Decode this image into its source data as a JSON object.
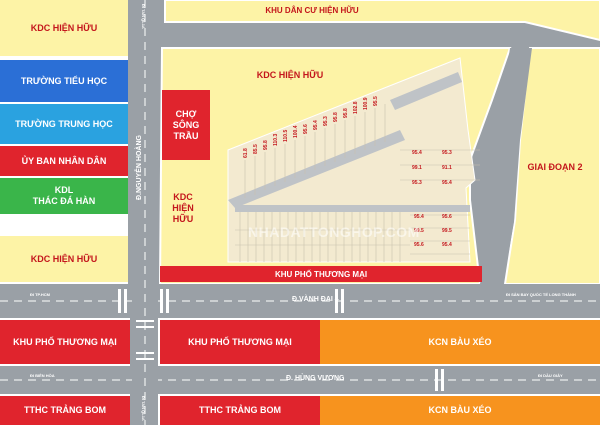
{
  "left_column": {
    "kdc_top": "KDC HIỆN HỮU",
    "truong_tieu_hoc": "TRƯỜNG TIỂU HỌC",
    "truong_trung_hoc": "TRƯỜNG TRUNG HỌC",
    "uy_ban": "ỦY BAN NHÂN DÂN",
    "kdl": "KDL\nTHÁC ĐÁ HÀN",
    "kdc_bottom": "KDC HIỆN HỮU",
    "khu_pho": "KHU PHỐ THƯƠNG MẠI",
    "tthc": "TTHC TRẢNG BOM"
  },
  "top": {
    "khu_dan_cu": "KHU DÂN CƯ HIỆN HỮU"
  },
  "center": {
    "kdc_hien_huu": "KDC HIỆN HỮU",
    "cho_song_trau": "CHỢ\nSÔNG\nTRẦU",
    "kdc_hien_huu_side": "KDC\nHIỆN\nHỮU",
    "khu_pho_strip": "KHU PHỐ THƯƠNG MẠI",
    "giai_doan_2": "GIAI ĐOẠN 2"
  },
  "bottom": {
    "khu_pho": "KHU PHỐ THƯƠNG MẠI",
    "kcn_1": "KCN BÀU XÉO",
    "tthc": "TTHC TRẢNG BOM",
    "kcn_2": "KCN BÀU XÉO"
  },
  "roads": {
    "vanh_dai": "Đ.VÀNH ĐAI 4",
    "hung_vuong": "Đ. HÙNG VƯƠNG",
    "nguyen_hoang": "Đ.NGUYỄN HOÀNG",
    "tp_hcm": "ĐI TP.HCM",
    "san_bay": "ĐI SÂN BAY QUỐC TẾ LONG THÀNH",
    "bien_hoa": "ĐI BIÊN HÒA",
    "dau_giay": "ĐI DẦU GIÂY",
    "top_left_road": "ĐI TAN QL1A",
    "bottom_left_road": "ĐI TAN QL1A"
  },
  "lot_numbers": [
    "61.8",
    "85.5",
    "95.8",
    "110.3",
    "110.5",
    "100.4",
    "95.6",
    "95.4",
    "95.3",
    "95.8",
    "95.8",
    "102.8",
    "100.9",
    "95.5",
    "95.4",
    "95.3",
    "99.1",
    "91.1",
    "95.3",
    "95.4",
    "95.4",
    "95.6",
    "99.5",
    "99.5",
    "95.6",
    "95.4"
  ],
  "watermark": "NHADATTONGHOP.COM",
  "colors": {
    "street": "#9aa0a6",
    "yellow": "#fdf3a6",
    "red": "#e0242d",
    "orange": "#f7931e",
    "green": "#3ab54a",
    "blue": "#2b6fd6"
  }
}
